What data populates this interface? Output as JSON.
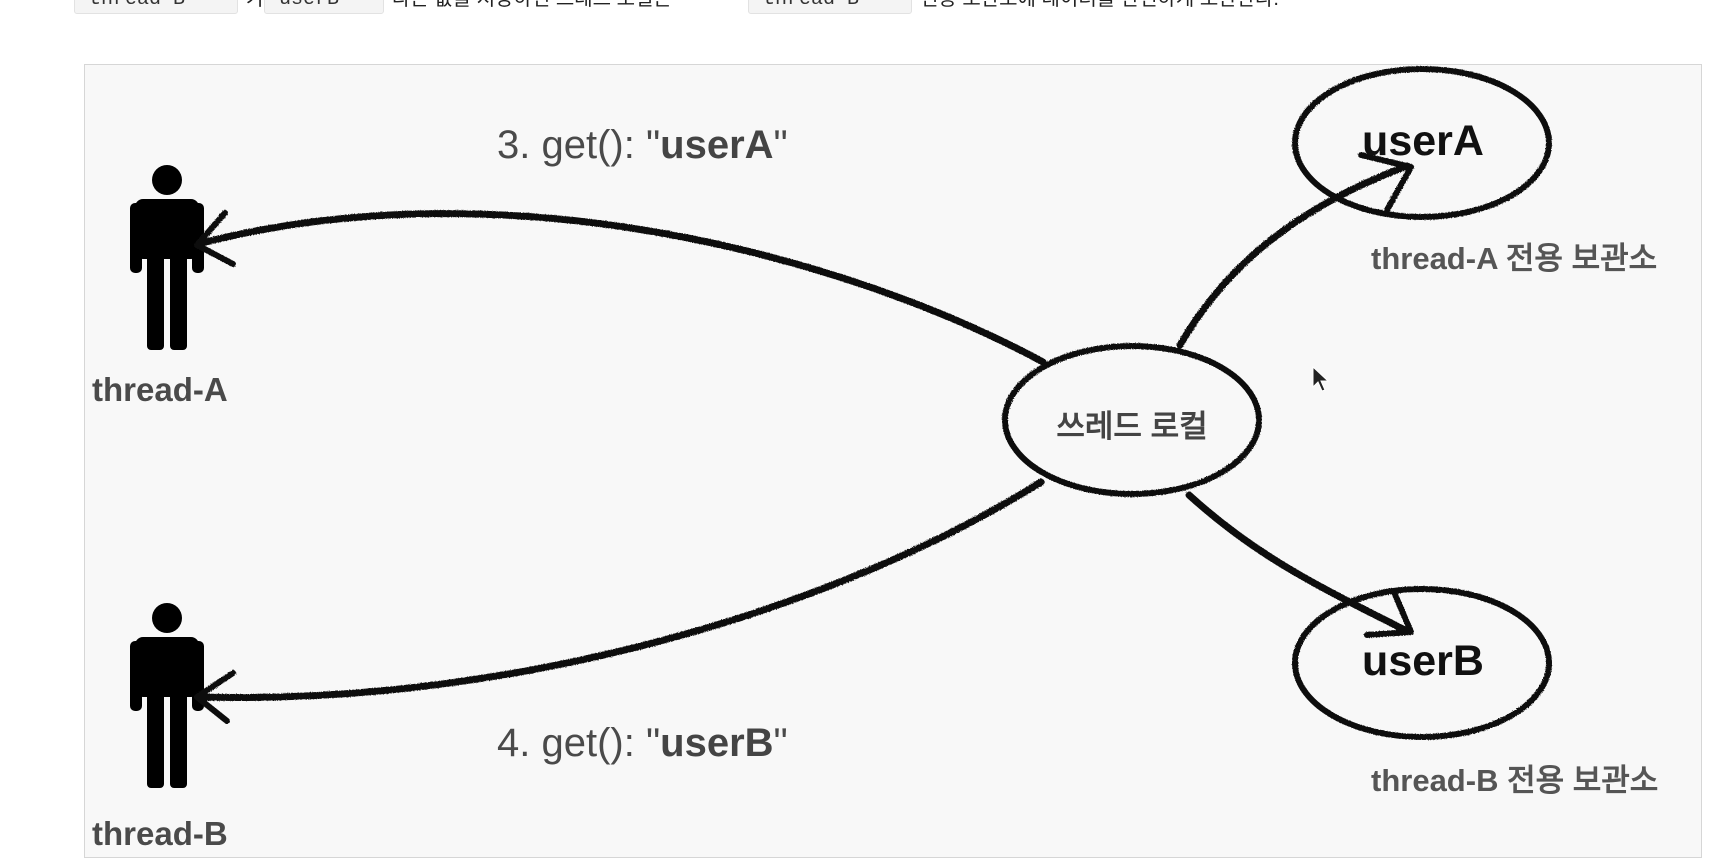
{
  "top_text": {
    "chip1": "thread-B",
    "seg1": "가",
    "chip2": "userB",
    "seg2": "라는 값을 저장하면 쓰레드 로컬은",
    "chip3": "thread-B",
    "seg3": "전용 보관소에 데이터를 안전하게 보관한다."
  },
  "diagram": {
    "actors": [
      {
        "id": "thread-a",
        "label": "thread-A"
      },
      {
        "id": "thread-b",
        "label": "thread-B"
      }
    ],
    "center_node": {
      "label": "쓰레드 로컬"
    },
    "stores": [
      {
        "id": "store-a",
        "value": "userA",
        "caption": "thread-A 전용 보관소"
      },
      {
        "id": "store-b",
        "value": "userB",
        "caption": "thread-B 전용 보관소"
      }
    ],
    "calls": [
      {
        "id": "call-a",
        "prefix": "3. get(): \"",
        "value": "userA",
        "suffix": "\""
      },
      {
        "id": "call-b",
        "prefix": "4. get(): \"",
        "value": "userB",
        "suffix": "\""
      }
    ]
  },
  "colors": {
    "stroke": "#111111",
    "label_gray": "#4a4a4a",
    "frame_bg": "#f8f8f8"
  },
  "icons": [
    "person-icon",
    "arrow-head-icon",
    "mouse-cursor-icon"
  ]
}
